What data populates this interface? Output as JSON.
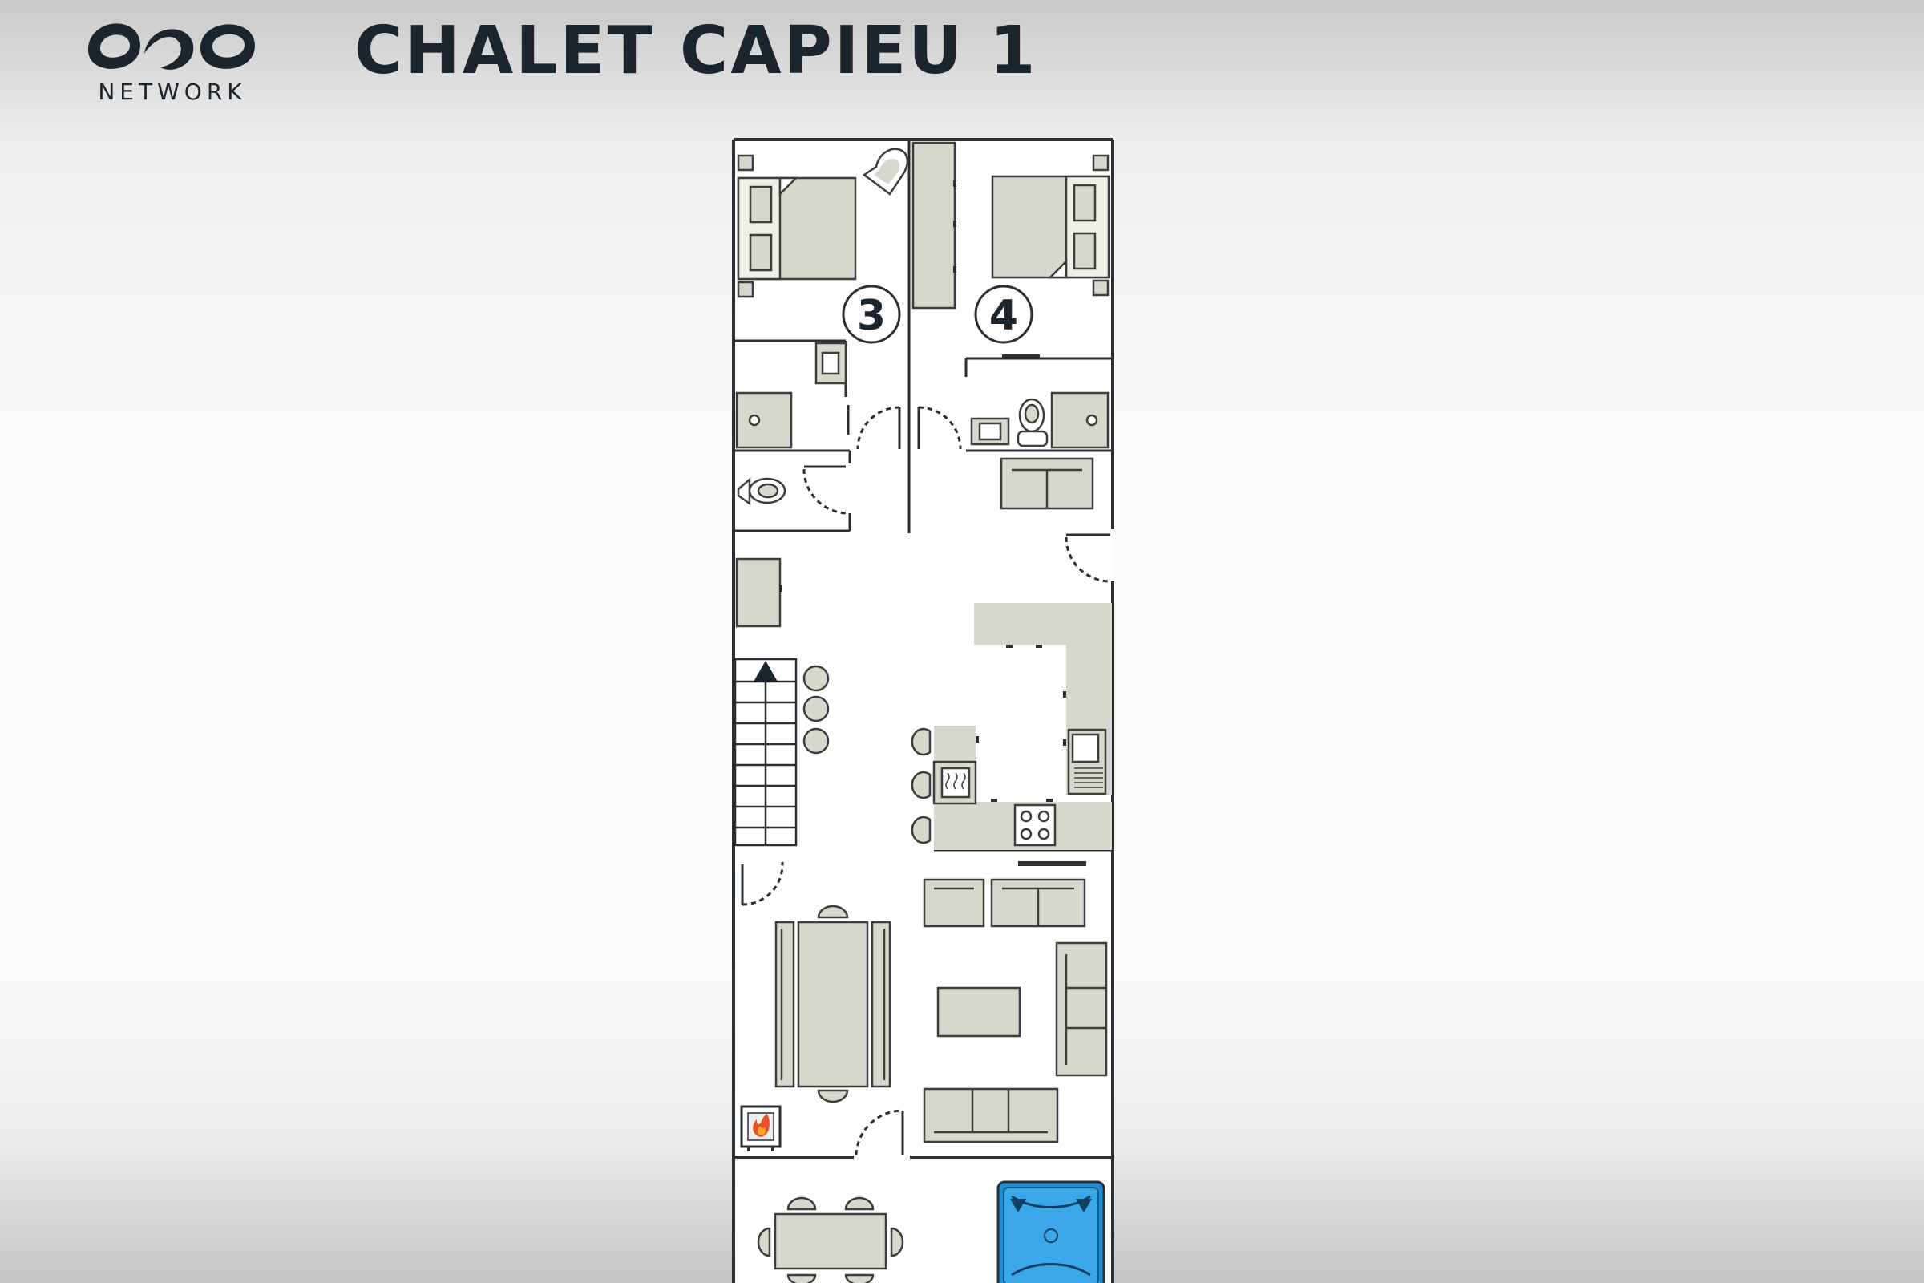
{
  "header": {
    "brand": "NETWORK",
    "title": "CHALET CAPIEU 1"
  },
  "plan": {
    "room_labels": [
      "3",
      "4"
    ]
  },
  "colors": {
    "ink": "#1b2530",
    "furniture": "#d6d8cc",
    "wall": "#2a2f33",
    "floor": "#ffffff",
    "hot_tub": "#1e8fd6",
    "fire": "#e8502a"
  },
  "icons": [
    "brand-logo-icon",
    "stairs-up-arrow-icon",
    "fireplace-icon",
    "hot-tub-icon",
    "microwave-icon",
    "cooktop-icon",
    "sink-icon",
    "toilet-icon"
  ]
}
